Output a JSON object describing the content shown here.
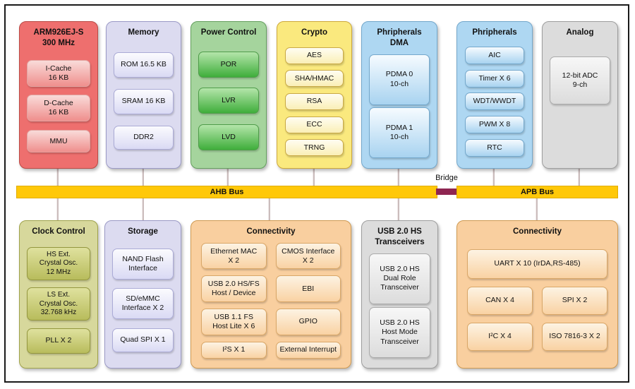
{
  "buses": {
    "ahb": "AHB Bus",
    "apb": "APB Bus",
    "bridge_label": "Bridge"
  },
  "colors": {
    "cpu_red": "#ee6f6e",
    "memory_lavender": "#dcdbf0",
    "power_green": "#a5d49d",
    "crypto_yellow": "#fae97e",
    "peripheral_blue": "#aed7f2",
    "analog_gray": "#dcdcdc",
    "clock_olive": "#d7d89c",
    "connectivity_orange": "#f9cf9f",
    "bus_gold": "#ffc808",
    "bridge_maroon": "#8e2551"
  },
  "blocks": {
    "arm": {
      "title": "ARM926EJ-S\n300 MHz",
      "items": [
        "I-Cache\n16 KB",
        "D-Cache\n16 KB",
        "MMU"
      ]
    },
    "memory": {
      "title": "Memory",
      "items": [
        "ROM 16.5 KB",
        "SRAM 16 KB",
        "DDR2"
      ]
    },
    "power": {
      "title": "Power Control",
      "items": [
        "POR",
        "LVR",
        "LVD"
      ]
    },
    "crypto": {
      "title": "Crypto",
      "items": [
        "AES",
        "SHA/HMAC",
        "RSA",
        "ECC",
        "TRNG"
      ]
    },
    "pdma": {
      "title": "Phripherals\nDMA",
      "items": [
        "PDMA 0\n10-ch",
        "PDMA 1\n10-ch"
      ]
    },
    "peripherals": {
      "title": "Phripherals",
      "items": [
        "AIC",
        "Timer X 6",
        "WDT/WWDT",
        "PWM X 8",
        "RTC"
      ]
    },
    "analog": {
      "title": "Analog",
      "items": [
        "12-bit ADC\n9-ch"
      ]
    },
    "clock": {
      "title": "Clock Control",
      "items": [
        "HS Ext.\nCrystal Osc.\n12 MHz",
        "LS Ext.\nCrystal Osc.\n32.768 kHz",
        "PLL X 2"
      ]
    },
    "storage": {
      "title": "Storage",
      "items": [
        "NAND Flash\nInterface",
        "SD/eMMC\nInterface X 2",
        "Quad SPI X 1"
      ]
    },
    "conn_ahb": {
      "title": "Connectivity",
      "items": [
        "Ethernet MAC\nX 2",
        "CMOS Interface\nX 2",
        "USB 2.0 HS/FS\nHost / Device",
        "EBI",
        "USB 1.1 FS\nHost Lite X 6",
        "GPIO",
        "I²S X 1",
        "External Interrupt"
      ]
    },
    "usb_phy": {
      "title": "USB 2.0 HS\nTransceivers",
      "items": [
        "USB 2.0 HS\nDual Role\nTransceiver",
        "USB 2.0 HS\nHost Mode\nTransceiver"
      ]
    },
    "conn_apb": {
      "title": "Connectivity",
      "items": [
        "UART X 10 (IrDA,RS-485)",
        "CAN X 4",
        "SPI X 2",
        "I²C X 4",
        "ISO 7816-3 X 2"
      ]
    }
  }
}
